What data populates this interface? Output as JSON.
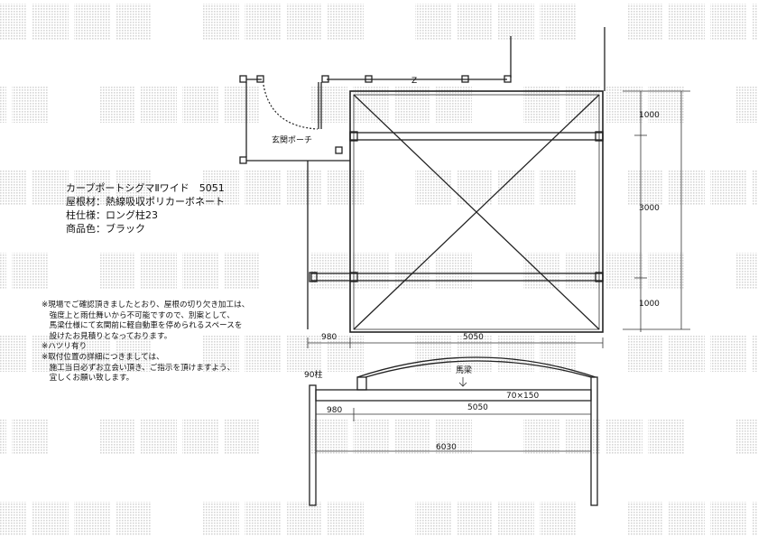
{
  "watermark": "転載禁止",
  "spec": {
    "product": "カーブポートシグマⅡワイド　5051",
    "roof": "屋根材：熱線吸収ポリカーボネート",
    "pillar": "柱仕様：ロング柱23",
    "color": "商品色：ブラック"
  },
  "notes": [
    "※現場でご確認頂きましたとおり、屋根の切り欠き加工は、",
    "　強度上と雨仕舞いから不可能ですので、別案として、",
    "　馬梁仕様にて玄関前に軽自動車を停められるスペースを",
    "　設けたお見積りとなっております。",
    "※ハツリ有り",
    "※取付位置の詳細につきましては、",
    "　施工当日必ずお立会い頂き、ご指示を頂けますよう、",
    "　宜しくお願い致します。"
  ],
  "plan": {
    "porch_label": "玄関ポーチ",
    "north_mark": "Z",
    "dim_right": [
      "1000",
      "3000",
      "1000"
    ],
    "dim_bottom": [
      "980",
      "5050"
    ]
  },
  "elevation": {
    "post_label": "90柱",
    "beam_label": "馬梁",
    "beam_size": "70×150",
    "dim_980": "980",
    "dim_5050": "5050",
    "dim_6030": "6030"
  }
}
